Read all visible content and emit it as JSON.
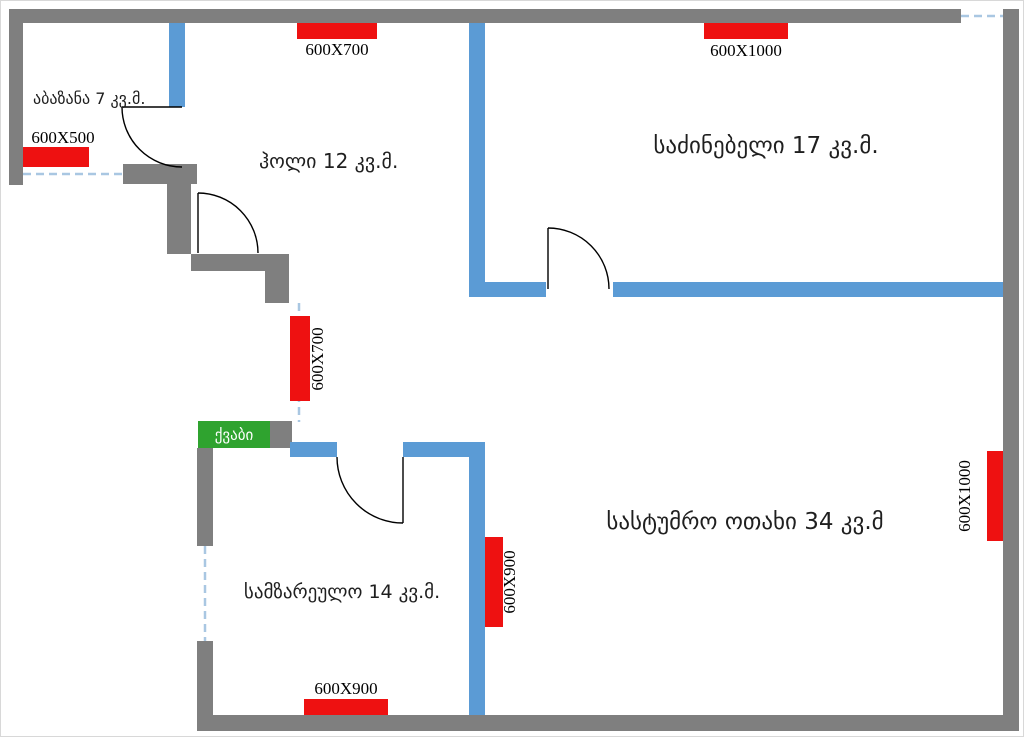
{
  "rooms": {
    "bathroom": "აბაზანა 7 კვ.მ.",
    "hall": "ჰოლი 12 კვ.მ.",
    "bedroom": "საძინებელი 17 კვ.მ.",
    "living_room": "სასტუმრო ოთახი 34 კვ.მ",
    "kitchen": "სამზარეულო 14 კვ.მ.",
    "boiler": "ქვაბი"
  },
  "radiators": {
    "hall_top": "600X700",
    "bedroom_top": "600X1000",
    "bathroom_left": "600X500",
    "corridor_middle": "600X700",
    "kitchen_right": "600X900",
    "living_room_right": "600X1000",
    "kitchen_bottom": "600X900"
  },
  "colors": {
    "wall-gray": "#7f7f7f",
    "wall-blue": "#5b9bd5",
    "radiator-red": "#ee1111",
    "boiler-green": "#2fa32f",
    "dash-blue": "#a9c7e2",
    "text-dark": "#1f1f1f"
  }
}
